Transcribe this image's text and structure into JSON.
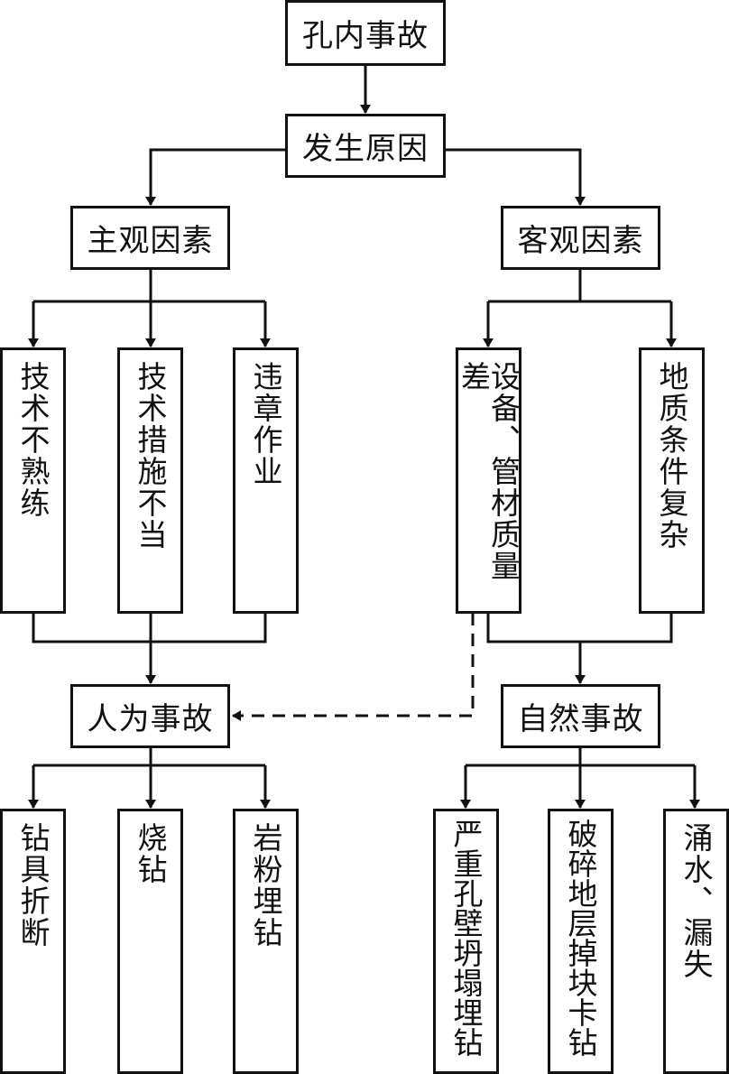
{
  "root": "孔内事故",
  "cause": "发生原因",
  "subjective": {
    "label": "主观因素",
    "items": [
      "技术不熟练",
      "技术措施不当",
      "违章作业"
    ]
  },
  "objective": {
    "label": "客观因素",
    "items": [
      "设备、管材质量差",
      "地质条件复杂"
    ]
  },
  "human_accident": {
    "label": "人为事故",
    "items": [
      "钻具折断",
      "烧钻",
      "岩粉埋钻"
    ]
  },
  "natural_accident": {
    "label": "自然事故",
    "items": [
      "严重孔壁坍塌埋钻",
      "破碎地层掉块卡钻",
      "涌水、漏失"
    ]
  }
}
